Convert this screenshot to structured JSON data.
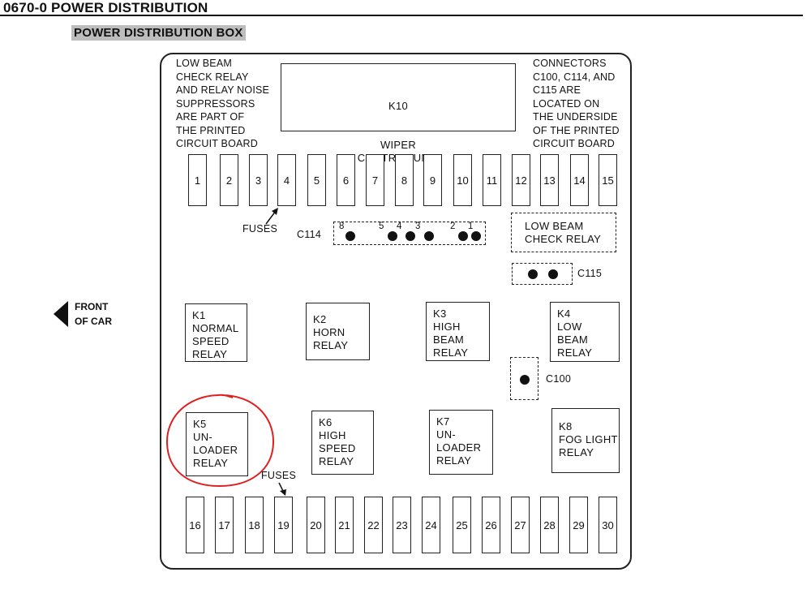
{
  "header": {
    "section_title": "0670-0   POWER DISTRIBUTION",
    "sub_title": "POWER DISTRIBUTION BOX"
  },
  "notes": {
    "left": "LOW BEAM\nCHECK RELAY\nAND RELAY NOISE\nSUPPRESSORS\nARE PART OF\nTHE PRINTED\nCIRCUIT BOARD",
    "right": "CONNECTORS\nC100, C114, AND\nC115 ARE\nLOCATED ON\nTHE UNDERSIDE\nOF THE PRINTED\nCIRCUIT BOARD"
  },
  "wiper_unit": {
    "id": "K10",
    "name": "WIPER\nCONTROL UNIT"
  },
  "fuses_top": [
    "1",
    "2",
    "3",
    "4",
    "5",
    "6",
    "7",
    "8",
    "9",
    "10",
    "11",
    "12",
    "13",
    "14",
    "15"
  ],
  "fuses_bottom": [
    "16",
    "17",
    "18",
    "19",
    "20",
    "21",
    "22",
    "23",
    "24",
    "25",
    "26",
    "27",
    "28",
    "29",
    "30"
  ],
  "labels": {
    "fuses_top": "FUSES",
    "fuses_bottom": "FUSES",
    "c114": "C114",
    "c115": "C115",
    "c100": "C100",
    "low_beam_check": "LOW BEAM\nCHECK RELAY",
    "front_of_car": "FRONT\nOF CAR"
  },
  "c114_pins": [
    "8",
    "5",
    "4",
    "3",
    "2",
    "1"
  ],
  "relays": [
    {
      "id": "k1",
      "text": "K1\nNORMAL\nSPEED\nRELAY"
    },
    {
      "id": "k2",
      "text": "K2\nHORN\nRELAY"
    },
    {
      "id": "k3",
      "text": "K3\nHIGH\nBEAM\nRELAY"
    },
    {
      "id": "k4",
      "text": "K4\nLOW\nBEAM\nRELAY"
    },
    {
      "id": "k5",
      "text": "K5\nUN-\nLOADER\nRELAY"
    },
    {
      "id": "k6",
      "text": "K6\nHIGH\nSPEED\nRELAY"
    },
    {
      "id": "k7",
      "text": "K7\nUN-\nLOADER\nRELAY"
    },
    {
      "id": "k8",
      "text": "K8\nFOG LIGHT\nRELAY"
    }
  ],
  "colors": {
    "highlight": "#e02020",
    "ink": "#111111"
  }
}
